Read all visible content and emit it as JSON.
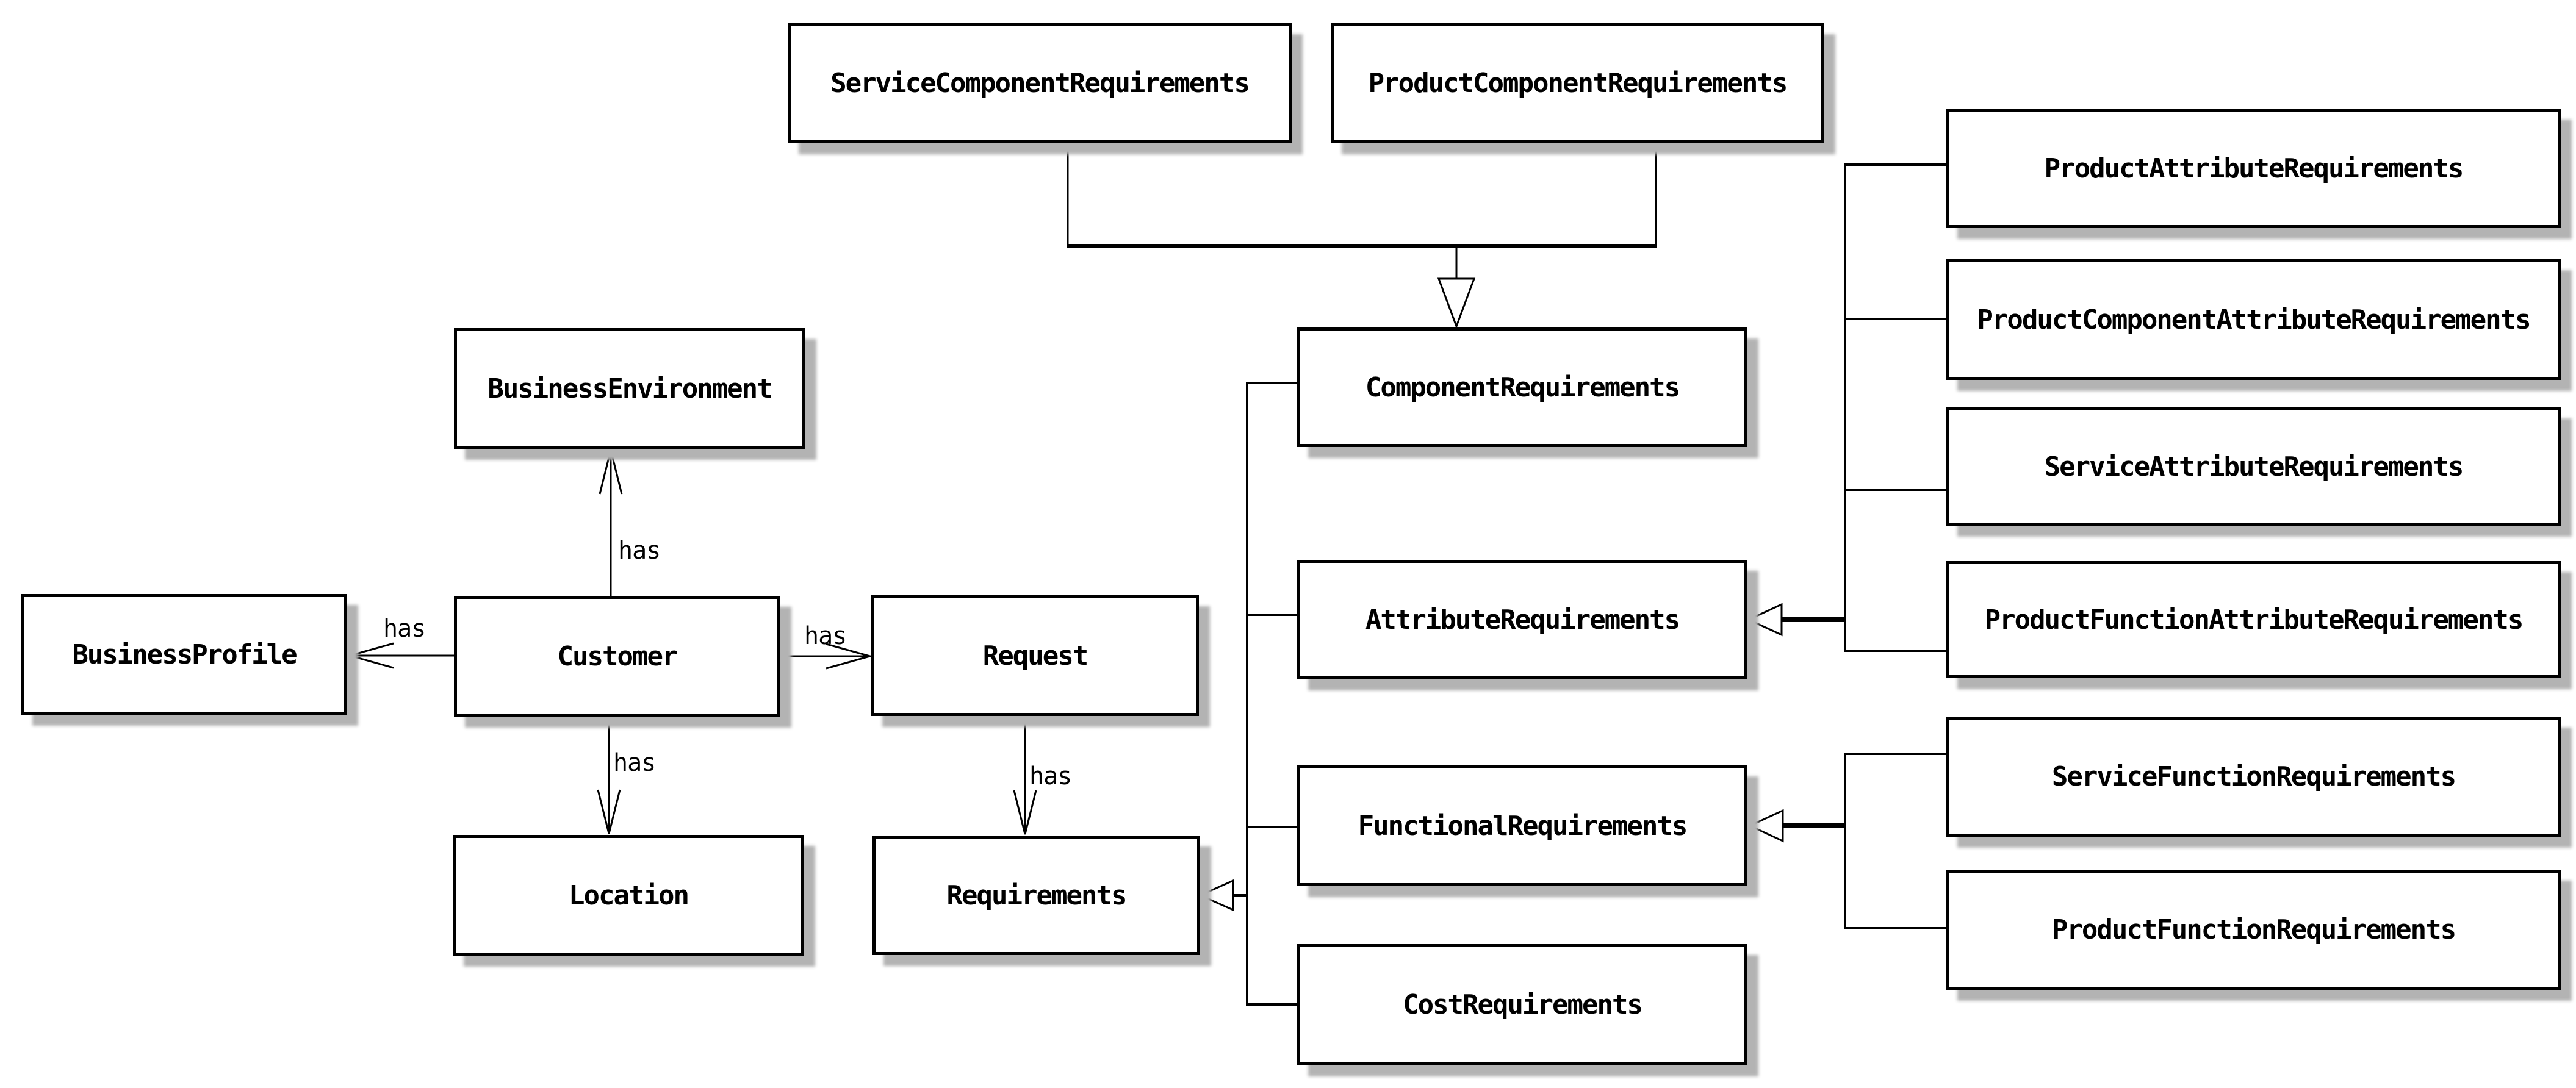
{
  "diagram": {
    "kind": "uml-class-diagram",
    "background_color": "#ffffff",
    "line_color": "#000000",
    "box_fill_color": "#ffffff",
    "box_shadow_color": "#b3b3b3",
    "nodes": {
      "business_profile": {
        "label": "BusinessProfile"
      },
      "business_environment": {
        "label": "BusinessEnvironment"
      },
      "customer": {
        "label": "Customer"
      },
      "request": {
        "label": "Request"
      },
      "location": {
        "label": "Location"
      },
      "requirements": {
        "label": "Requirements"
      },
      "service_component_requirements": {
        "label": "ServiceComponentRequirements"
      },
      "product_component_requirements": {
        "label": "ProductComponentRequirements"
      },
      "component_requirements": {
        "label": "ComponentRequirements"
      },
      "attribute_requirements": {
        "label": "AttributeRequirements"
      },
      "functional_requirements": {
        "label": "FunctionalRequirements"
      },
      "cost_requirements": {
        "label": "CostRequirements"
      },
      "product_attribute_requirements": {
        "label": "ProductAttributeRequirements"
      },
      "product_component_attribute_requirements": {
        "label": "ProductComponentAttributeRequirements"
      },
      "service_attribute_requirements": {
        "label": "ServiceAttributeRequirements"
      },
      "product_function_attribute_requirements": {
        "label": "ProductFunctionAttributeRequirements"
      },
      "service_function_requirements": {
        "label": "ServiceFunctionRequirements"
      },
      "product_function_requirements": {
        "label": "ProductFunctionRequirements"
      }
    },
    "edge_labels": {
      "customer_business_environment": "has",
      "customer_business_profile": "has",
      "customer_request": "has",
      "customer_location": "has",
      "request_requirements": "has"
    },
    "relationships": [
      {
        "type": "association",
        "from": "Customer",
        "to": "BusinessEnvironment",
        "label": "has",
        "arrow": "open"
      },
      {
        "type": "association",
        "from": "Customer",
        "to": "BusinessProfile",
        "label": "has",
        "arrow": "open"
      },
      {
        "type": "association",
        "from": "Customer",
        "to": "Request",
        "label": "has",
        "arrow": "open"
      },
      {
        "type": "association",
        "from": "Customer",
        "to": "Location",
        "label": "has",
        "arrow": "open"
      },
      {
        "type": "association",
        "from": "Request",
        "to": "Requirements",
        "label": "has",
        "arrow": "open"
      },
      {
        "type": "generalization",
        "from": "ServiceComponentRequirements",
        "to": "ComponentRequirements"
      },
      {
        "type": "generalization",
        "from": "ProductComponentRequirements",
        "to": "ComponentRequirements"
      },
      {
        "type": "generalization",
        "from": "ComponentRequirements",
        "to": "Requirements"
      },
      {
        "type": "generalization",
        "from": "AttributeRequirements",
        "to": "Requirements"
      },
      {
        "type": "generalization",
        "from": "FunctionalRequirements",
        "to": "Requirements"
      },
      {
        "type": "generalization",
        "from": "CostRequirements",
        "to": "Requirements"
      },
      {
        "type": "generalization",
        "from": "ProductAttributeRequirements",
        "to": "AttributeRequirements"
      },
      {
        "type": "generalization",
        "from": "ProductComponentAttributeRequirements",
        "to": "AttributeRequirements"
      },
      {
        "type": "generalization",
        "from": "ServiceAttributeRequirements",
        "to": "AttributeRequirements"
      },
      {
        "type": "generalization",
        "from": "ProductFunctionAttributeRequirements",
        "to": "AttributeRequirements"
      },
      {
        "type": "generalization",
        "from": "ServiceFunctionRequirements",
        "to": "FunctionalRequirements"
      },
      {
        "type": "generalization",
        "from": "ProductFunctionRequirements",
        "to": "FunctionalRequirements"
      }
    ]
  }
}
